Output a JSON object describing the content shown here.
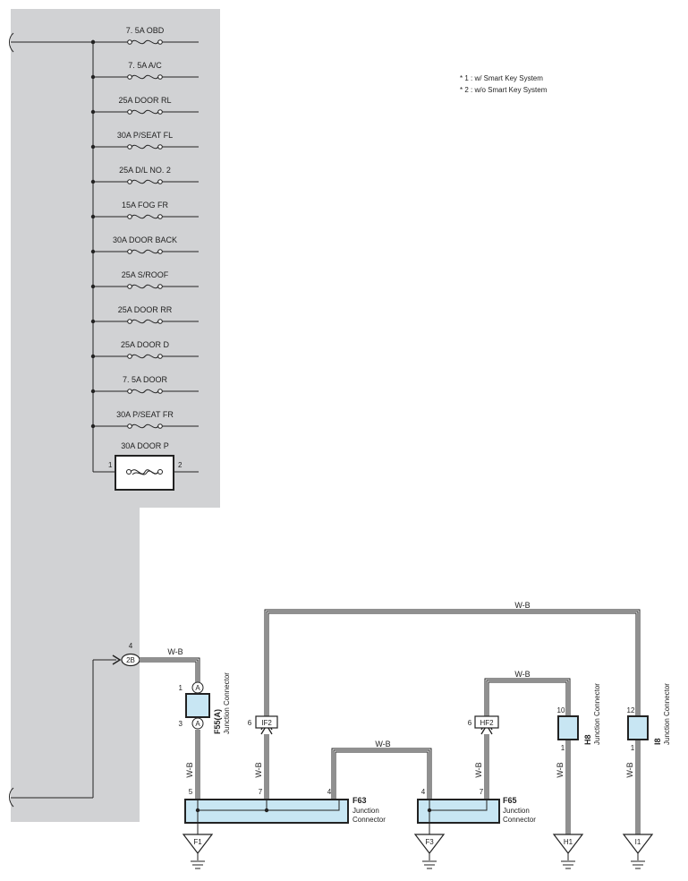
{
  "notes": [
    "* 1 : w/ Smart Key System",
    "* 2 : w/o Smart Key System"
  ],
  "fuses": [
    "7. 5A OBD",
    "7. 5A A/C",
    "25A DOOR RL",
    "30A P/SEAT FL",
    "25A D/L NO. 2",
    "15A FOG FR",
    "30A DOOR BACK",
    "25A S/ROOF",
    "25A DOOR RR",
    "25A DOOR D",
    "7. 5A DOOR",
    "30A P/SEAT FR"
  ],
  "breaker": {
    "label": "30A DOOR P",
    "pin_in": "1",
    "pin_out": "2"
  },
  "wire_color": "W-B",
  "connector_2b": {
    "id": "2B",
    "pin": "4"
  },
  "f55": {
    "name": "F55(A)",
    "desc": "Junction Connector",
    "pin_top": "1",
    "pin_bottom": "3",
    "letter": "A"
  },
  "f63": {
    "name": "F63",
    "desc_line1": "Junction",
    "desc_line2": "Connector",
    "pins": [
      "5",
      "7",
      "4"
    ]
  },
  "f65": {
    "name": "F65",
    "desc_line1": "Junction",
    "desc_line2": "Connector",
    "pins": [
      "4",
      "7"
    ]
  },
  "if2": {
    "id": "IF2",
    "pin": "6"
  },
  "hf2": {
    "id": "HF2",
    "pin": "6"
  },
  "h8": {
    "name": "H8",
    "desc": "Junction Connector",
    "pin_top": "10",
    "pin_bottom": "1"
  },
  "i8": {
    "name": "I8",
    "desc": "Junction Connector",
    "pin_top": "12",
    "pin_bottom": "1"
  },
  "grounds": [
    "F1",
    "F3",
    "H1",
    "I1"
  ],
  "colors": {
    "panel": "#d1d2d4",
    "connector_fill": "#c8e6f3",
    "line": "#222222"
  }
}
